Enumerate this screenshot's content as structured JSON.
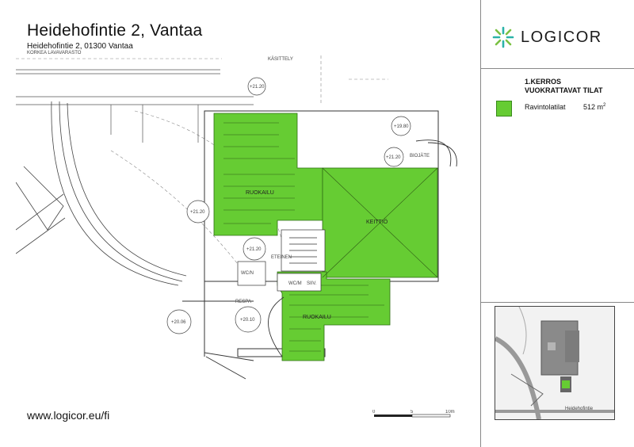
{
  "header": {
    "title": "Heidehofintie 2, Vantaa",
    "subtitle": "Heidehofintie 2, 01300 Vantaa"
  },
  "footer": {
    "url": "www.logicor.eu/fi"
  },
  "logo": {
    "text": "LOGICOR",
    "icon": "logicor-star-icon",
    "color": "#2bb3a8"
  },
  "legend": {
    "heading_line1": "1.KERROS",
    "heading_line2": "VUOKRATTAVAT TILAT",
    "item_label": "Ravintolatilat",
    "item_area": "512 m",
    "item_area_unit_sup": "2",
    "item_color": "#66cc33"
  },
  "plan": {
    "rooms": [
      "RUOKAILU",
      "KEITTIÖ",
      "RUOKAILU",
      "ETEINEN",
      "RESPA",
      "BIOJÄTE",
      "KÄSITTELY",
      "KORKEA LAVAVARASTO"
    ],
    "levels": [
      "+21.20",
      "+21.20",
      "+21.20",
      "+21.20",
      "+19.80",
      "+20.10",
      "+20.06"
    ],
    "door_codes": [
      "WC/N",
      "WC/M",
      "SIIV."
    ]
  },
  "scale_bar": {
    "ticks": [
      "0",
      "5",
      "10m"
    ]
  },
  "location_map": {
    "street_label": "Heidehofintie",
    "marker_color": "#66cc33"
  }
}
